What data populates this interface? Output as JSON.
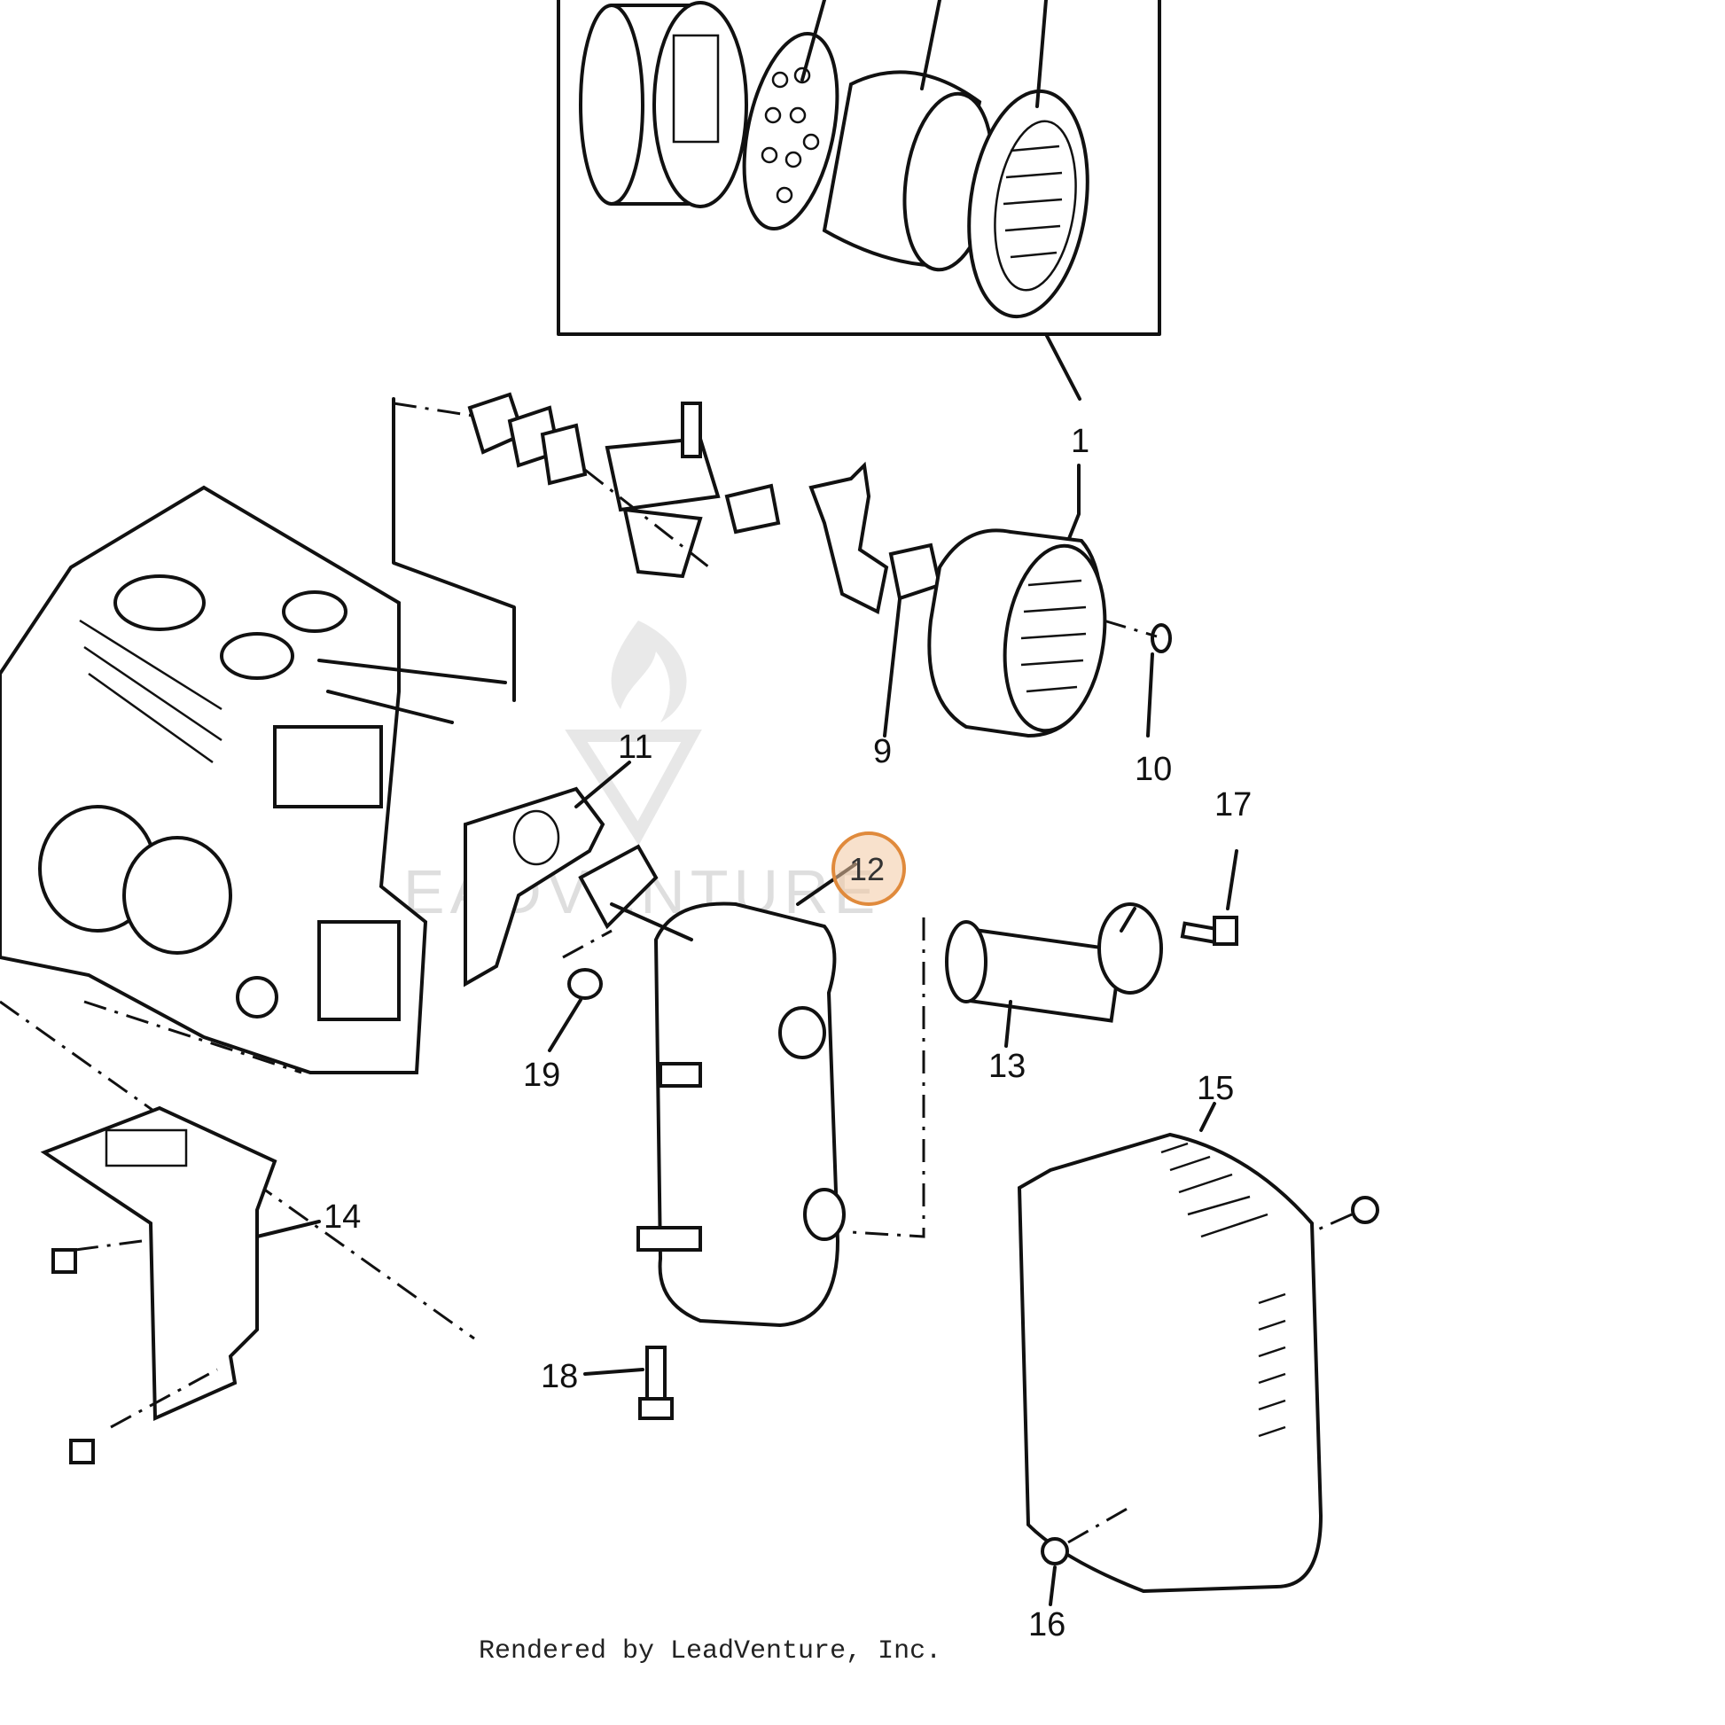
{
  "diagram": {
    "callouts": [
      {
        "id": "c1",
        "text": "1"
      },
      {
        "id": "c9",
        "text": "9"
      },
      {
        "id": "c10",
        "text": "10"
      },
      {
        "id": "c11",
        "text": "11"
      },
      {
        "id": "c12",
        "text": "12",
        "highlighted": true
      },
      {
        "id": "c13",
        "text": "13"
      },
      {
        "id": "c14",
        "text": "14"
      },
      {
        "id": "c15",
        "text": "15"
      },
      {
        "id": "c16",
        "text": "16"
      },
      {
        "id": "c17",
        "text": "17"
      },
      {
        "id": "c18",
        "text": "18"
      },
      {
        "id": "c19",
        "text": "19"
      }
    ],
    "highlight_color": "#e08a3c",
    "watermark": "LEADVENTURE",
    "credit": "Rendered by LeadVenture, Inc."
  }
}
